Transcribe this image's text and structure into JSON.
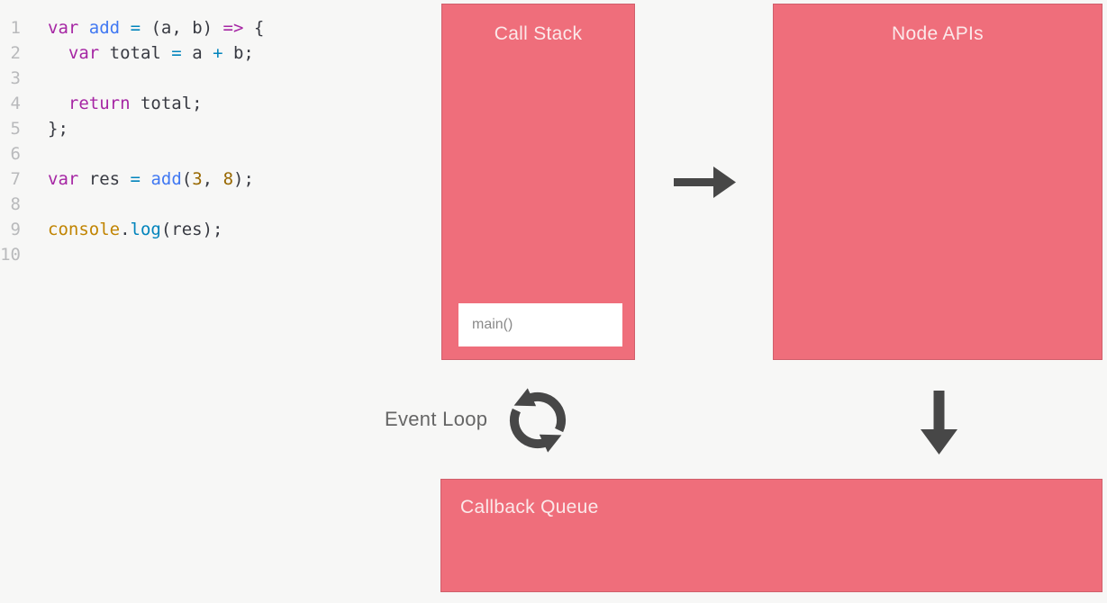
{
  "colors": {
    "background": "#f7f7f6",
    "box_fill": "#ef6e7b",
    "box_border": "#d05f6b",
    "box_title": "#fbe9ea",
    "arrow": "#474747",
    "event_loop_text": "#666666",
    "main_box_text": "#8a8a8a",
    "line_number": "#b9babc",
    "code_plain": "#383a42",
    "code_keyword": "#a626a4",
    "code_function": "#4078f2",
    "code_operator": "#0184bc",
    "code_method": "#0184bc",
    "code_number": "#986801",
    "code_builtin": "#c18401"
  },
  "editor": {
    "lines": [
      {
        "num": "1",
        "tokens": [
          [
            "k",
            "var"
          ],
          [
            "p",
            " "
          ],
          [
            "f",
            "add"
          ],
          [
            "p",
            " "
          ],
          [
            "o",
            "="
          ],
          [
            "p",
            " (a, b) "
          ],
          [
            "k",
            "=>"
          ],
          [
            "p",
            " {"
          ]
        ]
      },
      {
        "num": "2",
        "tokens": [
          [
            "p",
            "  "
          ],
          [
            "k",
            "var"
          ],
          [
            "p",
            " total "
          ],
          [
            "o",
            "="
          ],
          [
            "p",
            " a "
          ],
          [
            "o",
            "+"
          ],
          [
            "p",
            " b;"
          ]
        ]
      },
      {
        "num": "3",
        "tokens": []
      },
      {
        "num": "4",
        "tokens": [
          [
            "p",
            "  "
          ],
          [
            "k",
            "return"
          ],
          [
            "p",
            " total;"
          ]
        ]
      },
      {
        "num": "5",
        "tokens": [
          [
            "p",
            "};"
          ]
        ]
      },
      {
        "num": "6",
        "tokens": []
      },
      {
        "num": "7",
        "tokens": [
          [
            "k",
            "var"
          ],
          [
            "p",
            " res "
          ],
          [
            "o",
            "="
          ],
          [
            "p",
            " "
          ],
          [
            "f",
            "add"
          ],
          [
            "p",
            "("
          ],
          [
            "n",
            "3"
          ],
          [
            "p",
            ", "
          ],
          [
            "n",
            "8"
          ],
          [
            "p",
            ");"
          ]
        ]
      },
      {
        "num": "8",
        "tokens": []
      },
      {
        "num": "9",
        "tokens": [
          [
            "b",
            "console"
          ],
          [
            "p",
            "."
          ],
          [
            "m",
            "log"
          ],
          [
            "p",
            "(res);"
          ]
        ]
      },
      {
        "num": "10",
        "tokens": []
      }
    ]
  },
  "diagram": {
    "call_stack": {
      "title": "Call Stack",
      "frames": [
        "main()"
      ]
    },
    "node_apis": {
      "title": "Node APIs"
    },
    "callback_queue": {
      "title": "Callback Queue"
    },
    "event_loop_label": "Event Loop"
  }
}
